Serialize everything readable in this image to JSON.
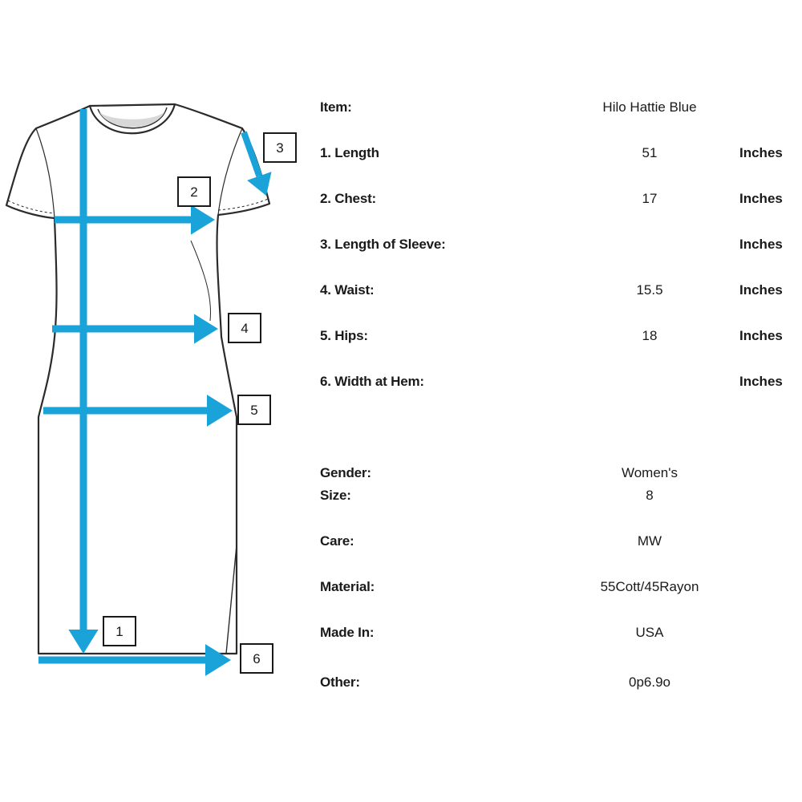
{
  "accent_color": "#1aa3d9",
  "markers": [
    "1",
    "2",
    "3",
    "4",
    "5",
    "6"
  ],
  "item": {
    "label": "Item:",
    "value": "Hilo Hattie Blue"
  },
  "measurements": [
    {
      "label": "1. Length",
      "value": "51",
      "unit": "Inches"
    },
    {
      "label": "2. Chest:",
      "value": "17",
      "unit": "Inches"
    },
    {
      "label": "3. Length of Sleeve:",
      "value": "",
      "unit": "Inches"
    },
    {
      "label": "4. Waist:",
      "value": "15.5",
      "unit": "Inches"
    },
    {
      "label": "5. Hips:",
      "value": "18",
      "unit": "Inches"
    },
    {
      "label": "6. Width at Hem:",
      "value": "",
      "unit": "Inches"
    }
  ],
  "details": [
    {
      "label": "Gender:",
      "value": "Women's"
    },
    {
      "label": "Size:",
      "value": "8"
    },
    {
      "label": "Care:",
      "value": "MW"
    },
    {
      "label": "Material:",
      "value": "55Cott/45Rayon"
    },
    {
      "label": "Made In:",
      "value": "USA"
    },
    {
      "label": "Other:",
      "value": "0p6.9o"
    }
  ]
}
